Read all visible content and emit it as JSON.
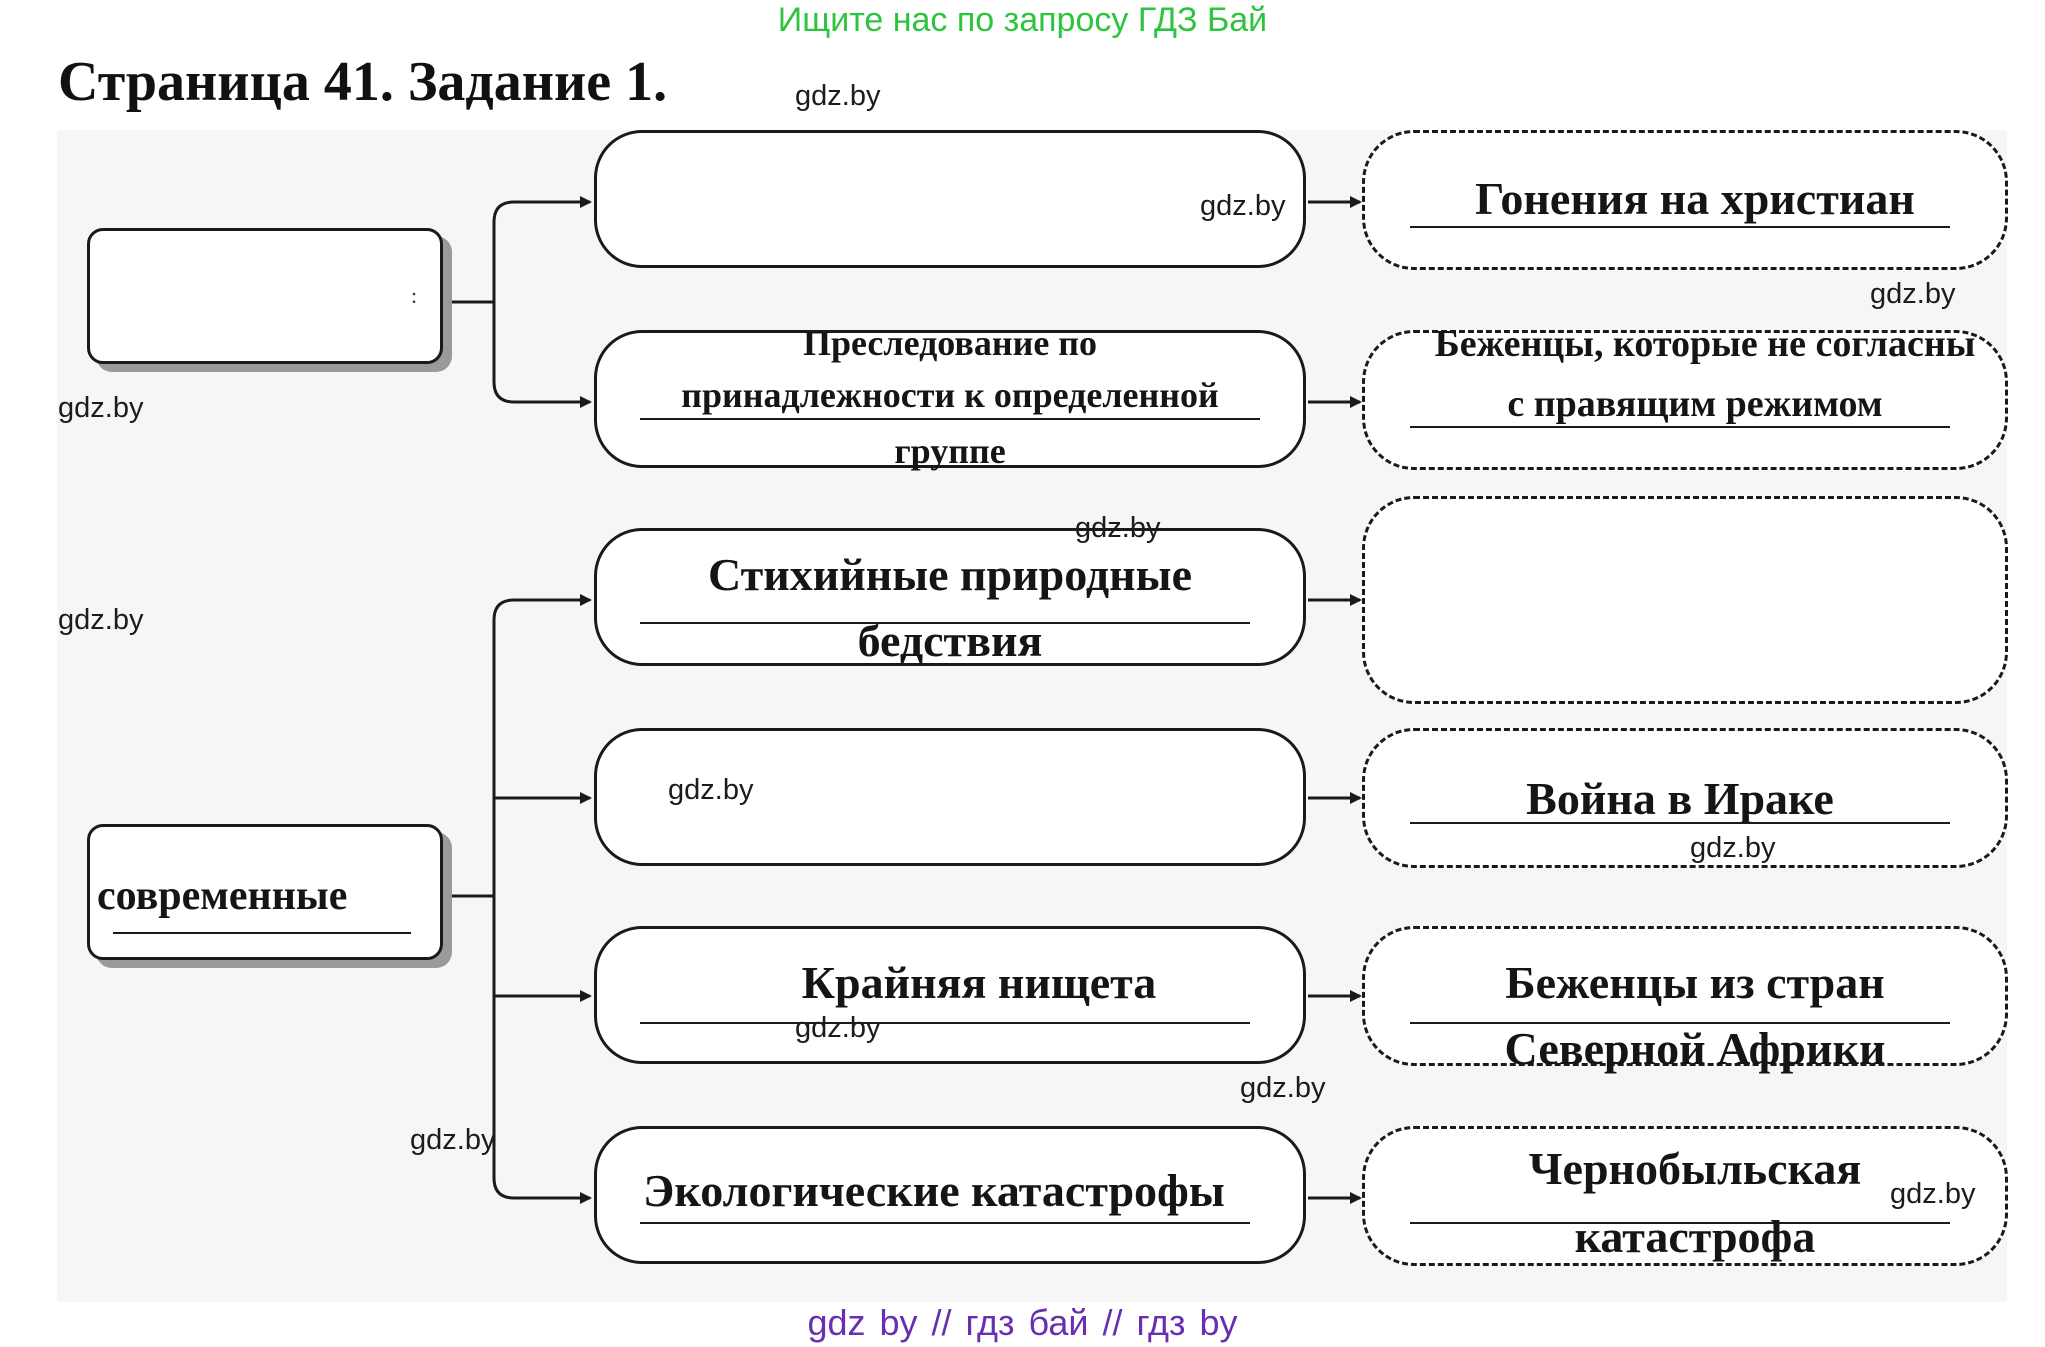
{
  "banner": "Ищите нас по запросу ГДЗ Бай",
  "title": "Страница 41. Задание 1.",
  "diagram": {
    "top_source": "",
    "top_source_mark": ":",
    "bottom_source": "современные",
    "rows": [
      {
        "cause": "",
        "example": "Гонения на христиан"
      },
      {
        "cause": "Преследование по принадлежности к определенной группе",
        "example": "Беженцы, которые не согласны с правящим режимом"
      },
      {
        "cause": "Стихийные природные бедствия",
        "example": ""
      },
      {
        "cause": "",
        "example": "Война в Ираке"
      },
      {
        "cause": "Крайняя нищета",
        "example": "Беженцы из стран Северной Африки"
      },
      {
        "cause": "Экологические катастрофы",
        "example": "Чернобыльская катастрофа"
      }
    ]
  },
  "text": {
    "row2_cause_l1": "Преследование по",
    "row2_cause_l2": "принадлежности к определенной",
    "row2_cause_l3": "группе",
    "row2_example_l1": "Беженцы, которые не согласны",
    "row2_example_l2": "с правящим режимом",
    "row3_cause_l1": "Стихийные природные",
    "row3_cause_l2": "бедствия",
    "row5_example_l1": "Беженцы из стран",
    "row5_example_l2": "Северной Африки",
    "row6_example_l1": "Чернобыльская",
    "row6_example_l2": "катастрофа"
  },
  "watermark": "gdz.by",
  "footer": "gdz by  //  гдз бай  //  гдз by"
}
